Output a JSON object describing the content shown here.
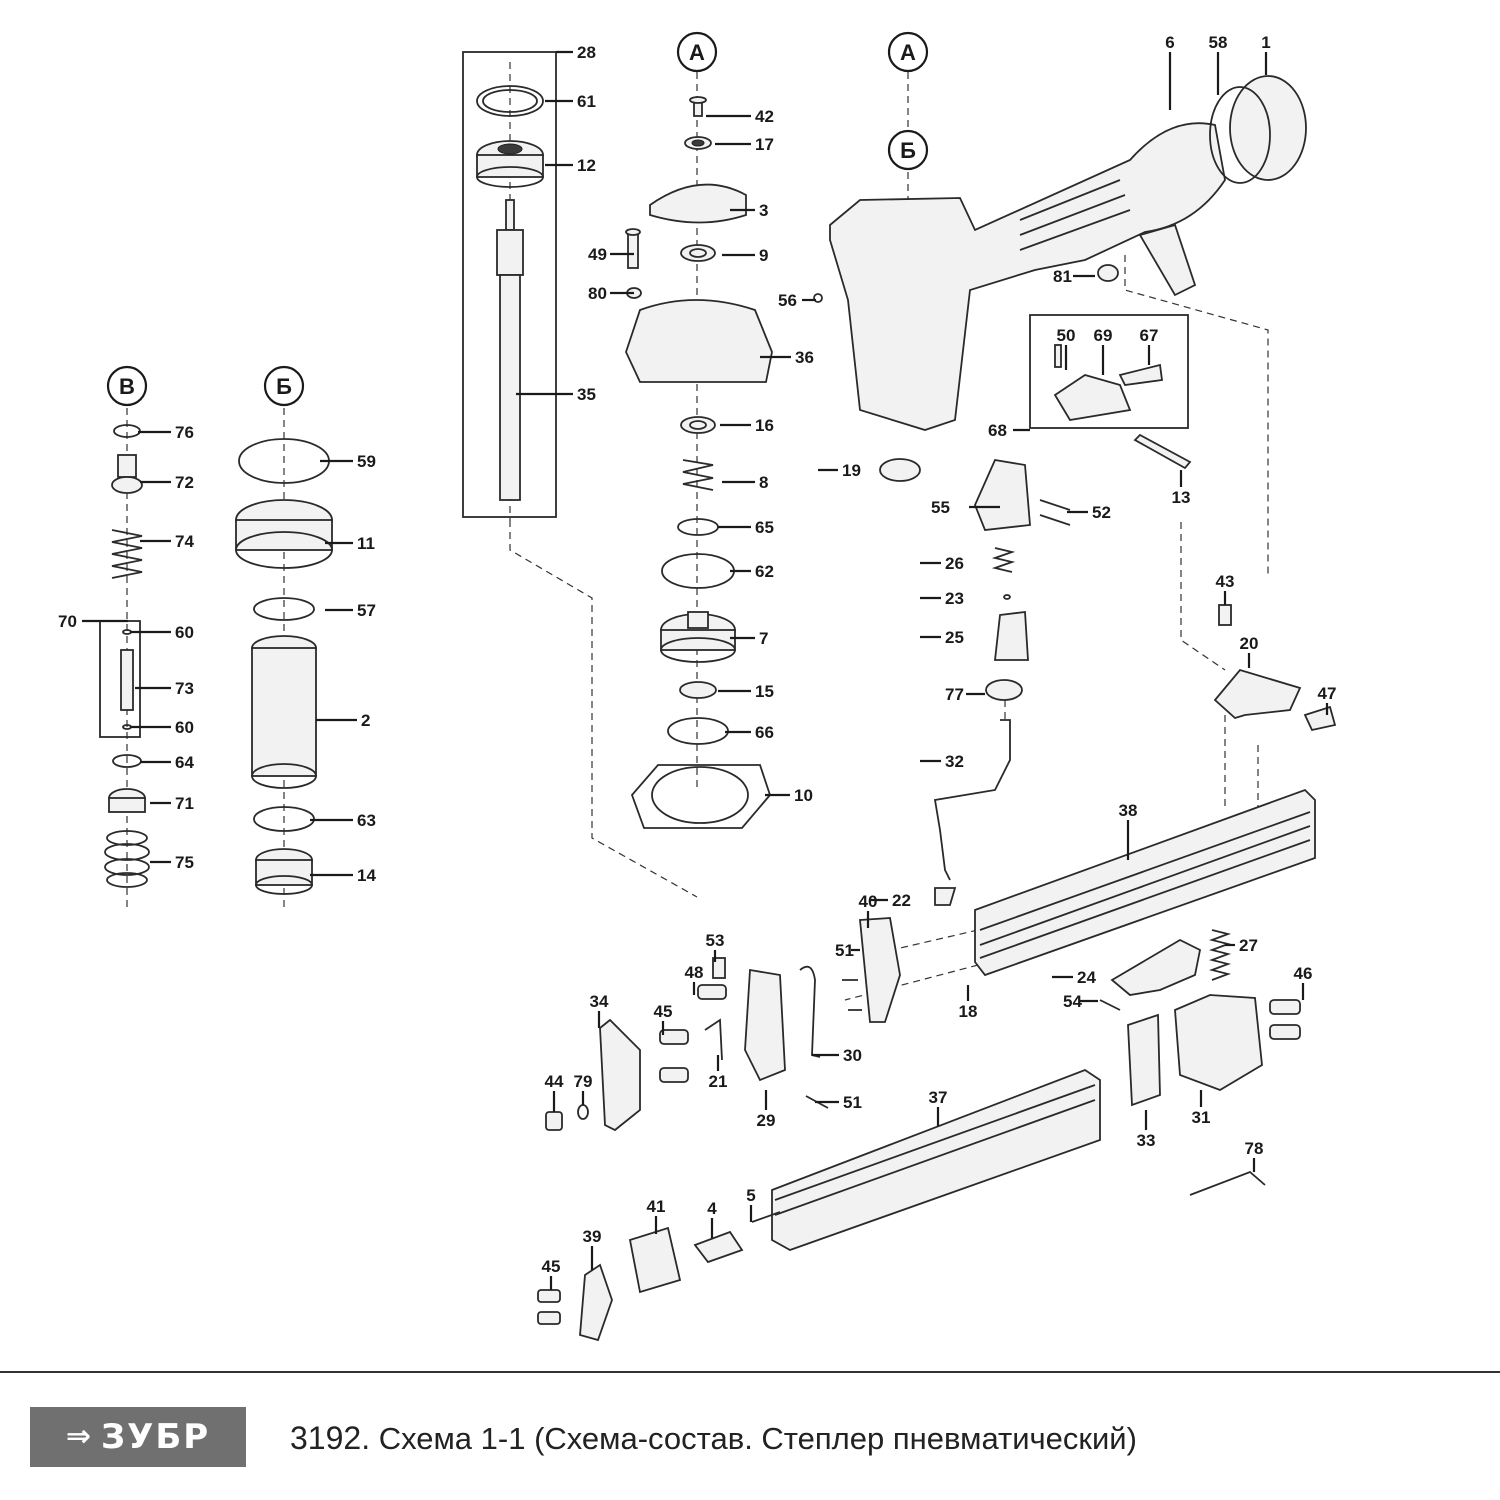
{
  "brand": {
    "logo_text": "ЗУБР",
    "logo_icon": "arrow-logo-icon"
  },
  "caption": {
    "number": "3192.",
    "text": "Схема 1-1 (Схема-состав. Степлер пневматический)"
  },
  "sections": [
    "А",
    "А",
    "Б",
    "Б",
    "В"
  ],
  "callouts": [
    "1",
    "2",
    "3",
    "4",
    "5",
    "6",
    "7",
    "8",
    "9",
    "10",
    "11",
    "12",
    "13",
    "14",
    "15",
    "16",
    "17",
    "18",
    "19",
    "20",
    "21",
    "22",
    "23",
    "24",
    "25",
    "26",
    "27",
    "28",
    "29",
    "30",
    "31",
    "32",
    "33",
    "34",
    "35",
    "36",
    "37",
    "38",
    "39",
    "40",
    "41",
    "42",
    "43",
    "44",
    "45",
    "45",
    "46",
    "47",
    "48",
    "49",
    "50",
    "51",
    "51",
    "52",
    "53",
    "54",
    "55",
    "56",
    "57",
    "58",
    "59",
    "60",
    "60",
    "61",
    "62",
    "63",
    "64",
    "65",
    "66",
    "67",
    "68",
    "69",
    "70",
    "71",
    "72",
    "73",
    "74",
    "75",
    "76",
    "77",
    "78",
    "79",
    "80",
    "81"
  ]
}
